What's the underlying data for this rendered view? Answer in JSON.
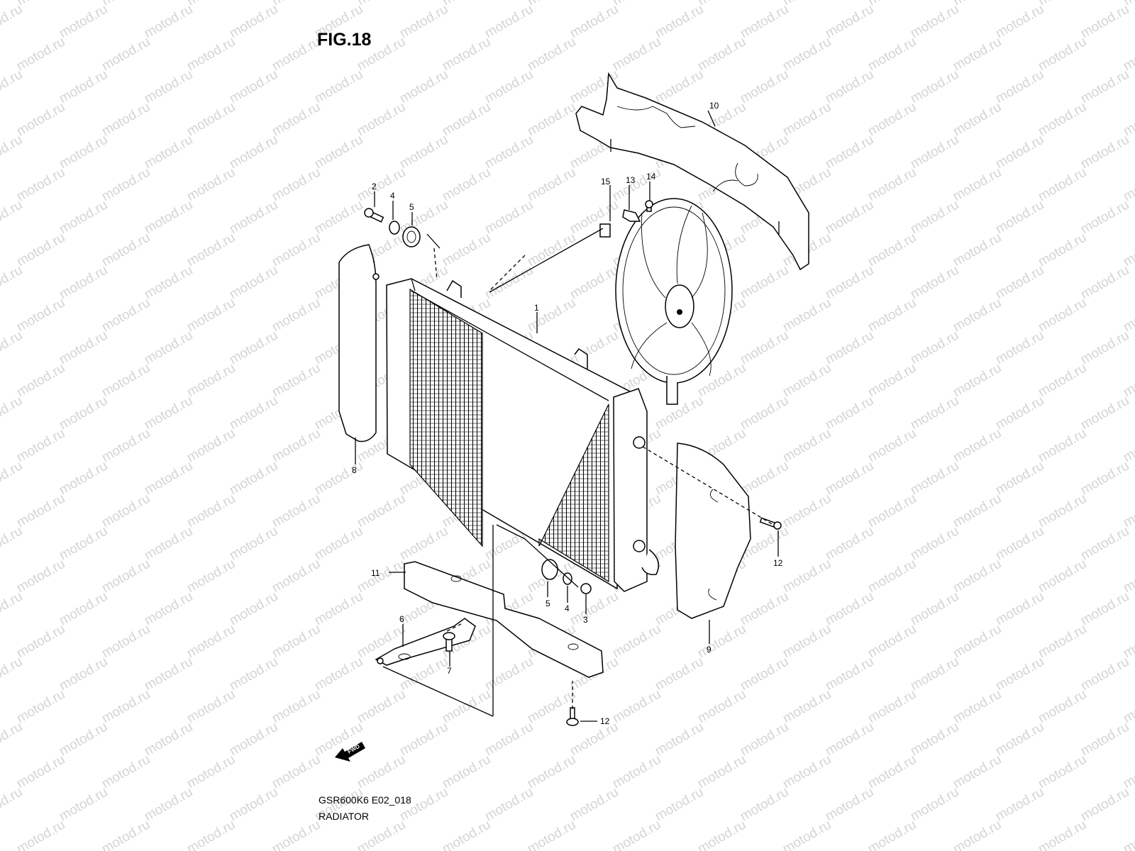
{
  "figure": {
    "title": "FIG.18",
    "code": "GSR600K6 E02_018",
    "name": "RADIATOR"
  },
  "watermark": "motod.ru",
  "fwd_label": "FWD",
  "callouts": {
    "p1": "1",
    "p2": "2",
    "p3": "3",
    "p4a": "4",
    "p4b": "4",
    "p5a": "5",
    "p5b": "5",
    "p6": "6",
    "p7": "7",
    "p8": "8",
    "p9": "9",
    "p10": "10",
    "p11": "11",
    "p12a": "12",
    "p12b": "12",
    "p13": "13",
    "p14": "14",
    "p15": "15"
  }
}
